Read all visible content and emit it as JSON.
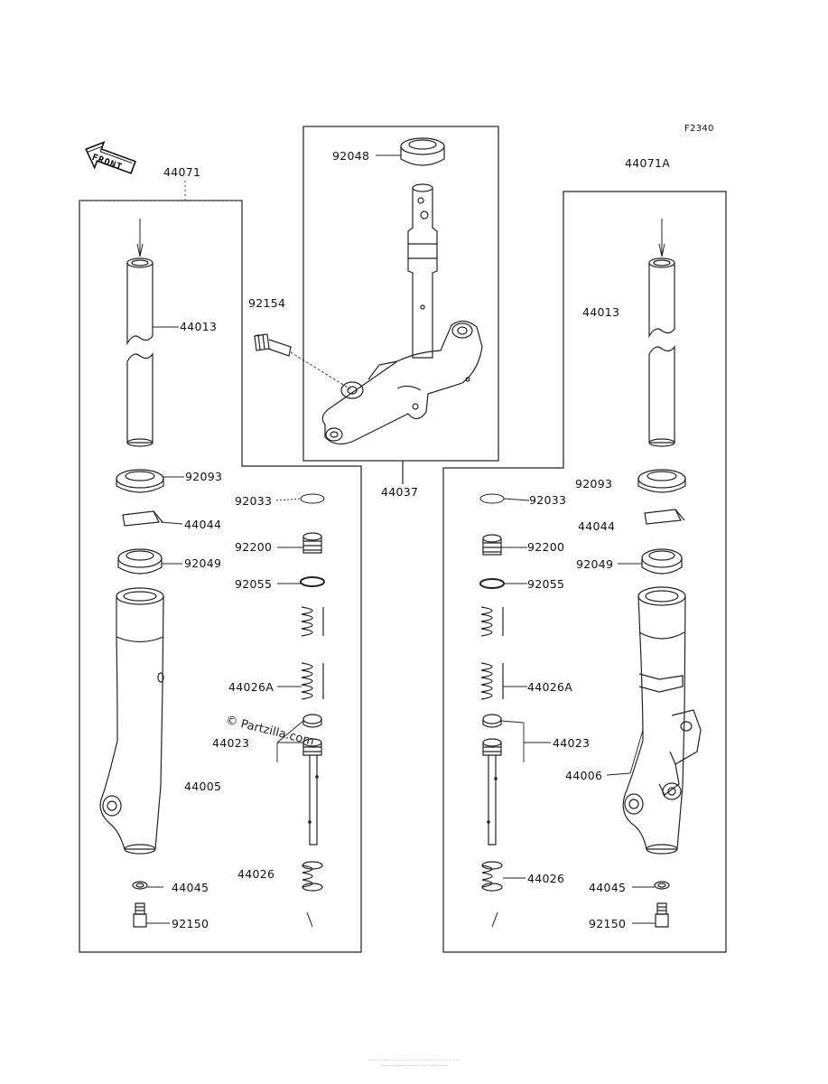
{
  "figure_code": "F2340",
  "watermark": "© Partzilla.com",
  "front_label": "FRONT",
  "footer": {
    "line1": "...... . ...... .. . ..... ... .. .... . ...... .. .... .. . ..",
    "line2": "....... ....... ... ....... .... ........ . ..."
  },
  "labels": {
    "l44071": "44071",
    "l44071A": "44071A",
    "l44037": "44037",
    "l92048": "92048",
    "l92154": "92154",
    "left": {
      "p44013": "44013",
      "p92093": "92093",
      "p44044": "44044",
      "p92049": "92049",
      "p44005": "44005",
      "p44045": "44045",
      "p92150": "92150",
      "p92033": "92033",
      "p92200": "92200",
      "p92055": "92055",
      "p44026A": "44026A",
      "p44023": "44023",
      "p44026": "44026"
    },
    "right": {
      "p44013": "44013",
      "p92093": "92093",
      "p44044": "44044",
      "p92049": "92049",
      "p44006": "44006",
      "p44045": "44045",
      "p92150": "92150",
      "p92033": "92033",
      "p92200": "92200",
      "p92055": "92055",
      "p44026A": "44026A",
      "p44023": "44023",
      "p44026": "44026"
    }
  }
}
